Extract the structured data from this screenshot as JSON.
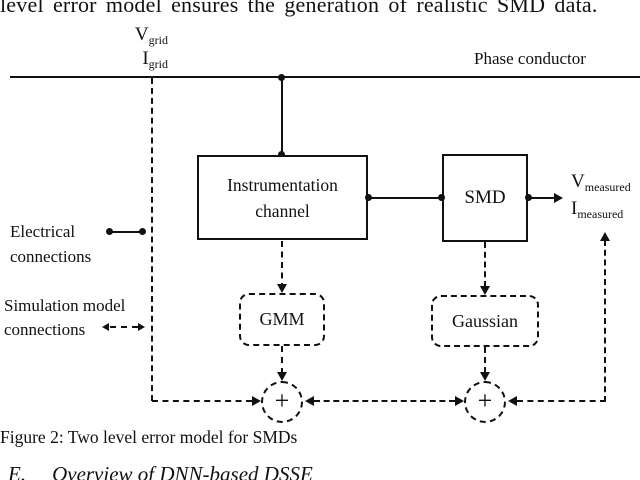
{
  "article": {
    "top_paragraph_fragment": "level error model ensures the generation of realistic SMD data.",
    "figure_caption": "Figure 2: Two level error model for SMDs",
    "next_section": {
      "number": "E.",
      "title": "Overview of DNN-based DSSE"
    }
  },
  "figure": {
    "phase_conductor_label": "Phase conductor",
    "grid_tap": {
      "v_symbol": "V",
      "v_subscript": "grid",
      "i_symbol": "I",
      "i_subscript": "grid"
    },
    "measured": {
      "v_symbol": "V",
      "v_subscript": "measured",
      "i_symbol": "I",
      "i_subscript": "measured"
    },
    "blocks": {
      "instrumentation_line1": "Instrumentation",
      "instrumentation_line2": "channel",
      "smd_label": "SMD",
      "gmm_label": "GMM",
      "gaussian_label": "Gaussian"
    },
    "summation": {
      "left_symbol": "+",
      "right_symbol": "+"
    },
    "legend": {
      "electrical_line1": "Electrical",
      "electrical_line2": "connections",
      "simulation_line1": "Simulation model",
      "simulation_line2": "connections"
    },
    "colors": {
      "ink": "#111111",
      "background": "#ffffff"
    }
  }
}
